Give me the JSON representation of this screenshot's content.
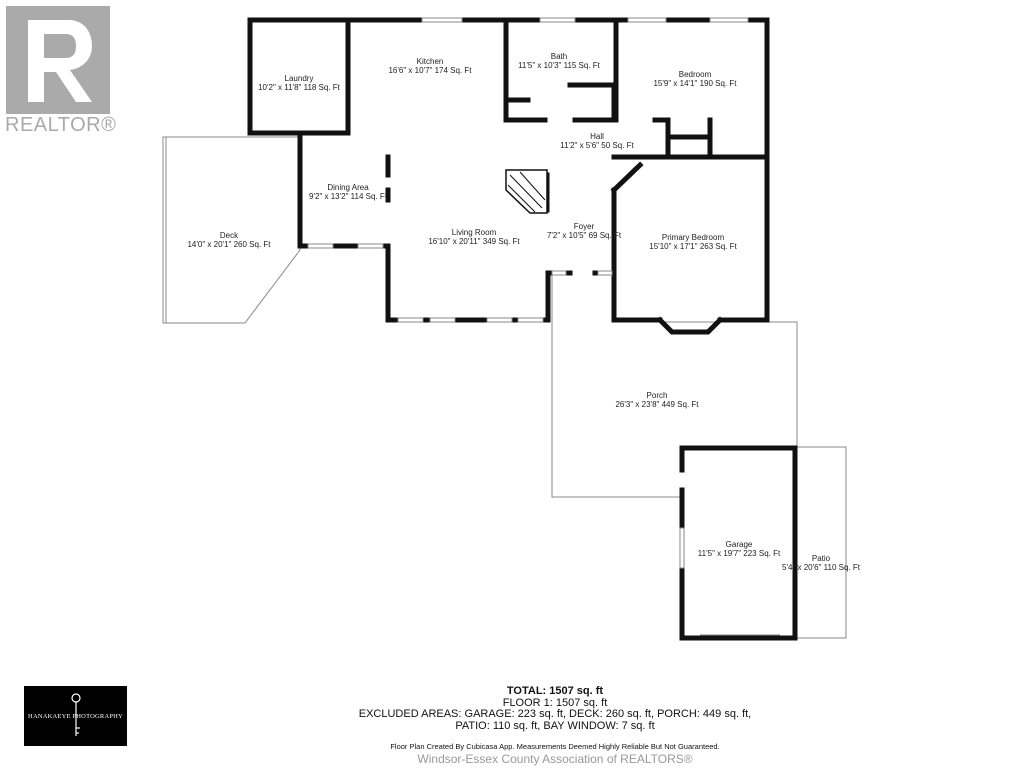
{
  "brand": {
    "realtor_label": "REALTOR®",
    "photographer_label": "HANAKAEYE PHOTOGRAPHY"
  },
  "rooms": {
    "laundry": {
      "name": "Laundry",
      "dims": "10'2\" x 11'8\" 118 Sq. Ft"
    },
    "kitchen": {
      "name": "Kitchen",
      "dims": "16'6\" x 10'7\" 174 Sq. Ft"
    },
    "bath": {
      "name": "Bath",
      "dims": "11'5\" x 10'3\" 115 Sq. Ft"
    },
    "bedroom": {
      "name": "Bedroom",
      "dims": "15'9\" x 14'1\" 190 Sq. Ft"
    },
    "hall": {
      "name": "Hall",
      "dims": "11'2\" x 5'6\" 50 Sq. Ft"
    },
    "dining": {
      "name": "Dining Area",
      "dims": "9'2\" x 13'2\" 114 Sq. Ft"
    },
    "deck": {
      "name": "Deck",
      "dims": "14'0\" x 20'1\" 260 Sq. Ft"
    },
    "living": {
      "name": "Living Room",
      "dims": "16'10\" x 20'11\" 349 Sq. Ft"
    },
    "foyer": {
      "name": "Foyer",
      "dims": "7'2\" x 10'5\" 69 Sq. Ft"
    },
    "primary": {
      "name": "Primary Bedroom",
      "dims": "15'10\" x 17'1\" 263 Sq. Ft"
    },
    "porch": {
      "name": "Porch",
      "dims": "26'3\" x 23'8\" 449 Sq. Ft"
    },
    "garage": {
      "name": "Garage",
      "dims": "11'5\" x 19'7\" 223 Sq. Ft"
    },
    "patio": {
      "name": "Patio",
      "dims": "5'4\" x 20'6\" 110 Sq. Ft"
    }
  },
  "summary": {
    "total": "TOTAL: 1507 sq. ft",
    "floor1": "FLOOR 1: 1507 sq. ft",
    "excluded_line1": "EXCLUDED AREAS: GARAGE: 223 sq. ft, DECK: 260 sq. ft, PORCH: 449 sq. ft,",
    "excluded_line2": "PATIO: 110 sq. ft, BAY WINDOW: 7 sq. ft"
  },
  "disclaimer": "Floor Plan Created By Cubicasa App. Measurements Deemed Highly Reliable But Not Guaranteed.",
  "footer": "Windsor-Essex County Association of REALTORS®",
  "colors": {
    "wall": "#111111",
    "logo_gray": "#aaaaaa",
    "brand_bg": "#000000"
  }
}
